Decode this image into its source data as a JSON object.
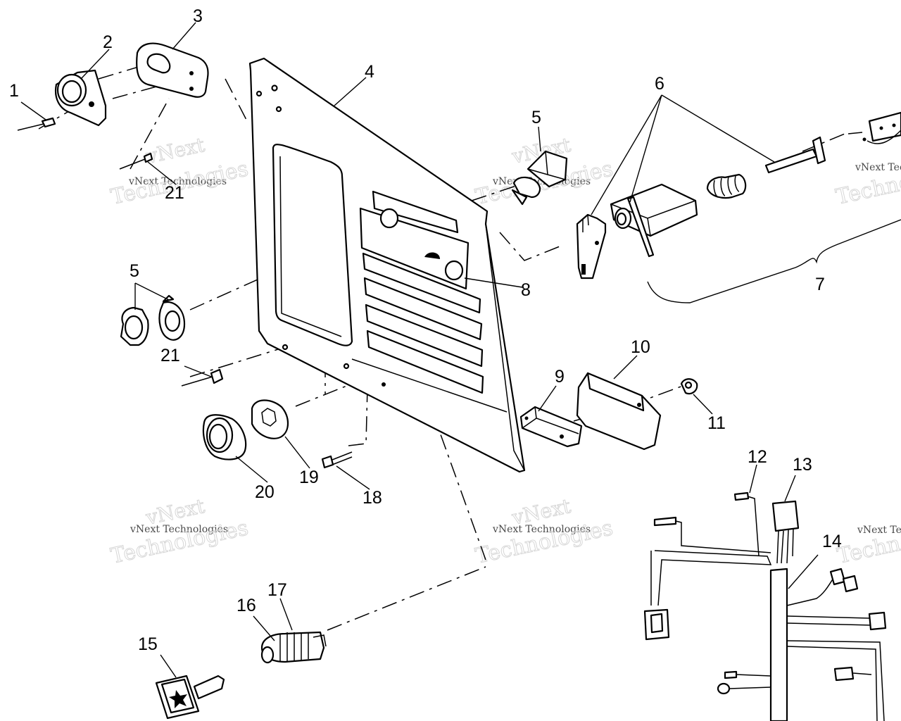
{
  "callouts": {
    "c1": "1",
    "c2": "2",
    "c3": "3",
    "c4": "4",
    "c5a": "5",
    "c5b": "5",
    "c6": "6",
    "c7": "7",
    "c8": "8",
    "c9": "9",
    "c10": "10",
    "c11": "11",
    "c12": "12",
    "c13": "13",
    "c14": "14",
    "c15": "15",
    "c16": "16",
    "c17": "17",
    "c18": "18",
    "c19": "19",
    "c20": "20",
    "c21a": "21",
    "c21b": "21"
  },
  "watermark": {
    "brand": "vNext",
    "company": "Technologies",
    "full": "vNext Technologies"
  },
  "colors": {
    "line": "#000000",
    "background": "#ffffff",
    "watermark": "#d6d6d6"
  }
}
